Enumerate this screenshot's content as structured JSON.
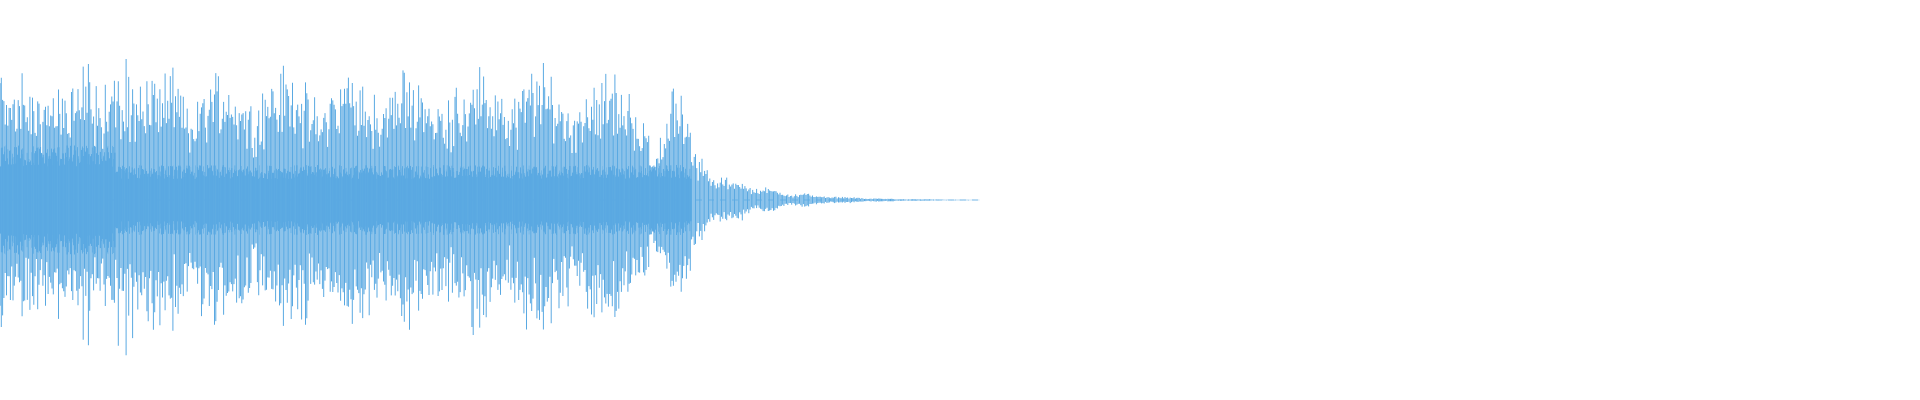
{
  "waveform": {
    "color": "#5aa9e2",
    "peak_amplitude": 0.94,
    "silence_after_fraction": 0.51,
    "sections": [
      {
        "name": "dense-onset",
        "start": 0.0,
        "end": 0.06,
        "amplitude": 0.87
      },
      {
        "name": "mid-body",
        "start": 0.06,
        "end": 0.33,
        "amplitude": 0.72
      },
      {
        "name": "rhythmic-pulses",
        "start": 0.33,
        "end": 0.36,
        "amplitude": 0.68
      },
      {
        "name": "decay-tail",
        "start": 0.36,
        "end": 0.51,
        "amplitude": 0.05
      }
    ]
  }
}
